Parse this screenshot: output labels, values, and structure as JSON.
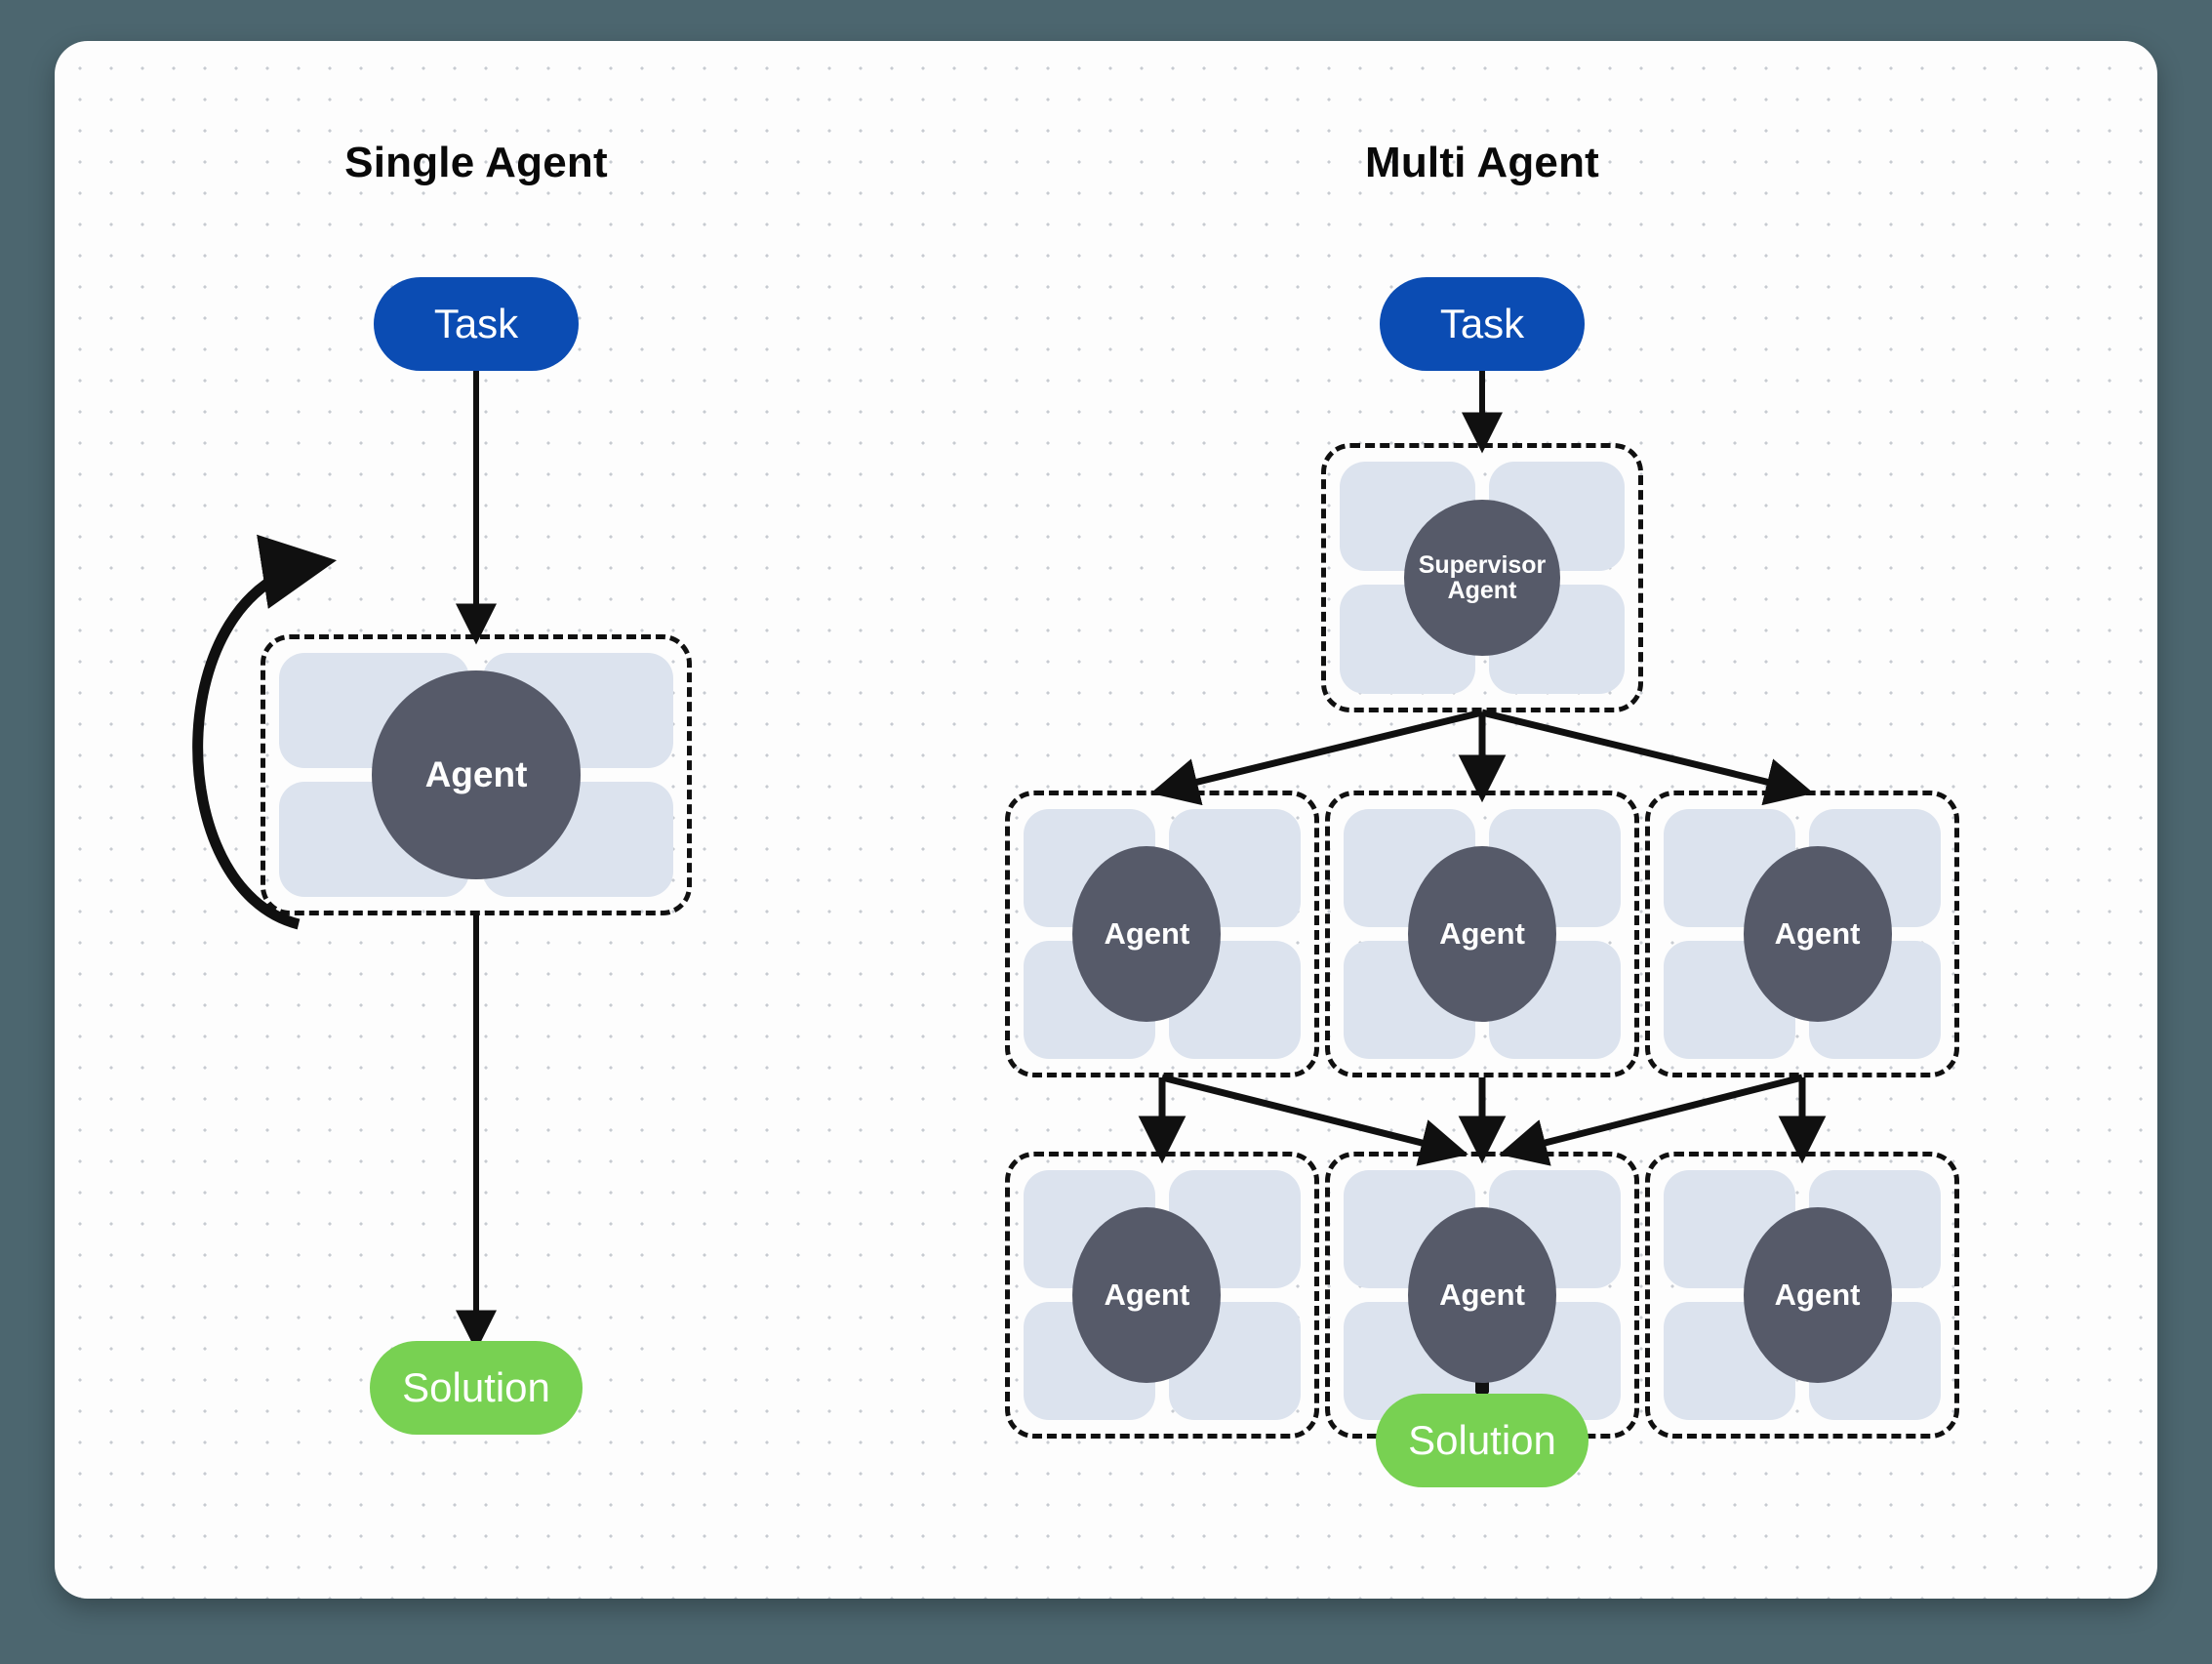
{
  "canvas": {
    "background_color": "#4C666F",
    "surface_color": "#FDFDFD",
    "dot_color": "#9aa2ad"
  },
  "palette": {
    "task_blue": "#0B4CB3",
    "solution_green": "#78D152",
    "agent_circle_gray": "#565A69",
    "tile_blue_gray": "#DCE3EE",
    "stroke_black": "#101010"
  },
  "columns": [
    {
      "id": "single",
      "title": "Single Agent"
    },
    {
      "id": "multi",
      "title": "Multi Agent"
    }
  ],
  "single_agent": {
    "title": "Single Agent",
    "task_label": "Task",
    "agent_label": "Agent",
    "solution_label": "Solution",
    "self_loop": true
  },
  "multi_agent": {
    "title": "Multi Agent",
    "task_label": "Task",
    "supervisor_label_line1": "Supervisor",
    "supervisor_label_line2": "Agent",
    "row1": [
      {
        "label": "Agent"
      },
      {
        "label": "Agent"
      },
      {
        "label": "Agent"
      }
    ],
    "row2": [
      {
        "label": "Agent"
      },
      {
        "label": "Agent"
      },
      {
        "label": "Agent"
      }
    ],
    "solution_label": "Solution"
  },
  "diagram_data": {
    "type": "diagram",
    "title": "Single Agent vs Multi Agent architecture",
    "nodes": [
      {
        "id": "s-task",
        "label": "Task",
        "kind": "pill",
        "column": "single"
      },
      {
        "id": "s-agent",
        "label": "Agent",
        "kind": "agent-box",
        "column": "single"
      },
      {
        "id": "s-solution",
        "label": "Solution",
        "kind": "pill",
        "column": "single"
      },
      {
        "id": "m-task",
        "label": "Task",
        "kind": "pill",
        "column": "multi"
      },
      {
        "id": "m-supervisor",
        "label": "Supervisor Agent",
        "kind": "agent-box",
        "column": "multi"
      },
      {
        "id": "m-r1-left",
        "label": "Agent",
        "kind": "agent-box",
        "column": "multi"
      },
      {
        "id": "m-r1-center",
        "label": "Agent",
        "kind": "agent-box",
        "column": "multi"
      },
      {
        "id": "m-r1-right",
        "label": "Agent",
        "kind": "agent-box",
        "column": "multi"
      },
      {
        "id": "m-r2-left",
        "label": "Agent",
        "kind": "agent-box",
        "column": "multi"
      },
      {
        "id": "m-r2-center",
        "label": "Agent",
        "kind": "agent-box",
        "column": "multi"
      },
      {
        "id": "m-r2-right",
        "label": "Agent",
        "kind": "agent-box",
        "column": "multi"
      },
      {
        "id": "m-solution",
        "label": "Solution",
        "kind": "pill",
        "column": "multi"
      }
    ],
    "edges": [
      {
        "from": "s-task",
        "to": "s-agent",
        "style": "straight"
      },
      {
        "from": "s-agent",
        "to": "s-agent",
        "style": "self-loop"
      },
      {
        "from": "s-agent",
        "to": "s-solution",
        "style": "straight"
      },
      {
        "from": "m-task",
        "to": "m-supervisor",
        "style": "straight"
      },
      {
        "from": "m-supervisor",
        "to": "m-r1-left",
        "style": "straight"
      },
      {
        "from": "m-supervisor",
        "to": "m-r1-center",
        "style": "straight"
      },
      {
        "from": "m-supervisor",
        "to": "m-r1-right",
        "style": "straight"
      },
      {
        "from": "m-r1-left",
        "to": "m-r2-left",
        "style": "straight"
      },
      {
        "from": "m-r1-left",
        "to": "m-r2-center",
        "style": "straight"
      },
      {
        "from": "m-r1-center",
        "to": "m-r2-center",
        "style": "straight"
      },
      {
        "from": "m-r1-right",
        "to": "m-r2-center",
        "style": "straight"
      },
      {
        "from": "m-r1-right",
        "to": "m-r2-right",
        "style": "straight"
      },
      {
        "from": "m-r2-center",
        "to": "m-solution",
        "style": "straight"
      }
    ]
  }
}
